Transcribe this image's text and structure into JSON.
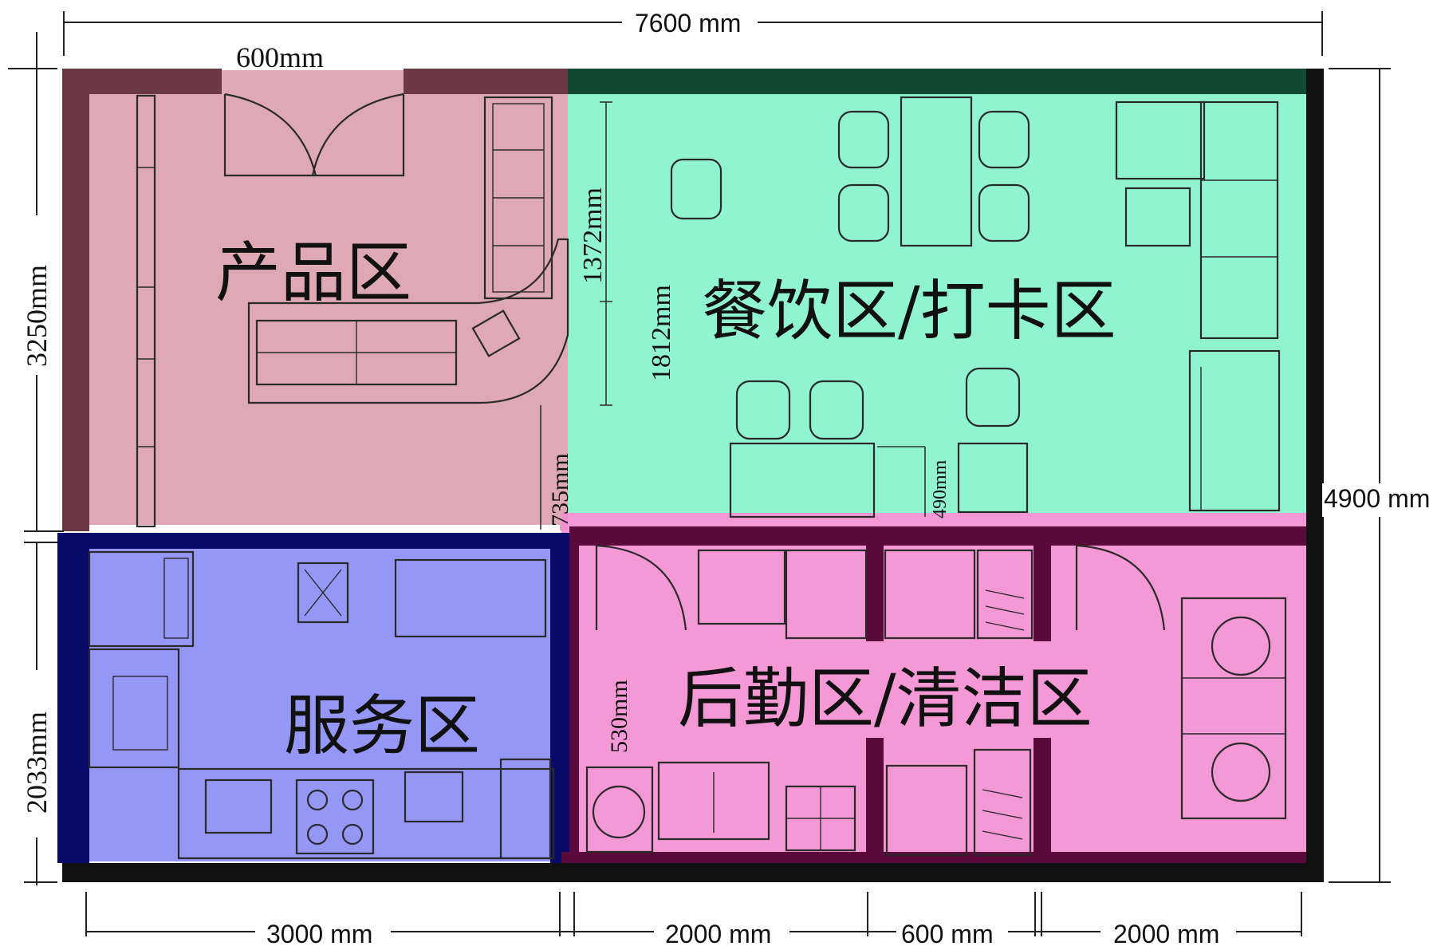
{
  "zones": {
    "product": {
      "label": "产品区",
      "color": "#d89aa8"
    },
    "dining": {
      "label": "餐饮区/打卡区",
      "color": "#7ef2c8"
    },
    "service": {
      "label": "服务区",
      "color": "#8a8cf6"
    },
    "logistics": {
      "label": "后勤区/清洁区",
      "color": "#f48dd2"
    }
  },
  "dimensions": {
    "total_width": "7600 mm",
    "total_height": "4900 mm",
    "upper_height": "3250mm",
    "lower_height": "2033mm",
    "door_width": "600mm",
    "bottom_1": "3000 mm",
    "bottom_2": "2000 mm",
    "bottom_3": "600 mm",
    "bottom_4": "2000 mm",
    "inner_1372": "1372mm",
    "inner_1812": "1812mm",
    "inner_735": "735mm",
    "inner_490": "490mm",
    "inner_530": "530mm"
  }
}
